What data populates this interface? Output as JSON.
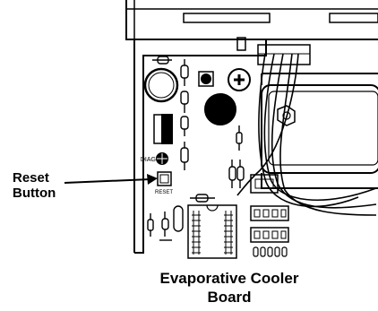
{
  "callout": {
    "line1": "Reset",
    "line2": "Button"
  },
  "board_labels": {
    "diag": "DIAG",
    "reset": "RESET"
  },
  "caption": {
    "line1": "Evaporative Cooler",
    "line2": "Board"
  },
  "colors": {
    "ink": "#000000",
    "background": "#ffffff"
  }
}
